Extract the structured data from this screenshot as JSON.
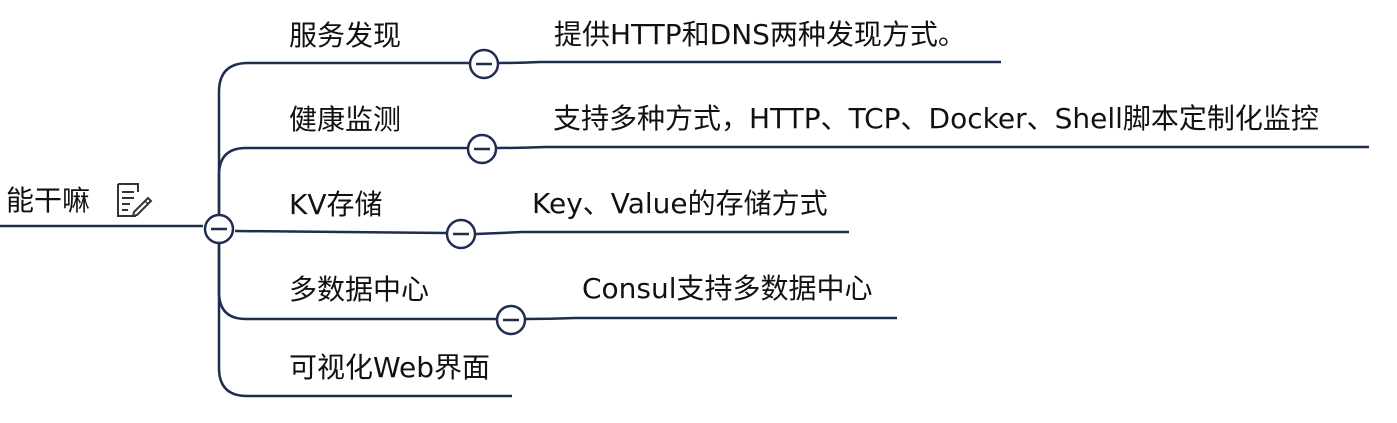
{
  "colors": {
    "line": "#1f2d4f",
    "text": "#111111",
    "background": "#ffffff"
  },
  "root": {
    "label": "能干嘛",
    "icon": "note-edit-icon"
  },
  "branches": [
    {
      "label": "服务发现",
      "detail": "提供HTTP和DNS两种发现方式。",
      "collapsible": true
    },
    {
      "label": "健康监测",
      "detail": "支持多种方式，HTTP、TCP、Docker、Shell脚本定制化监控",
      "collapsible": true
    },
    {
      "label": "KV存储",
      "detail": "Key、Value的存储方式",
      "collapsible": true
    },
    {
      "label": "多数据中心",
      "detail": "Consul支持多数据中心",
      "collapsible": true
    },
    {
      "label": "可视化Web界面",
      "detail": "",
      "collapsible": false
    }
  ]
}
